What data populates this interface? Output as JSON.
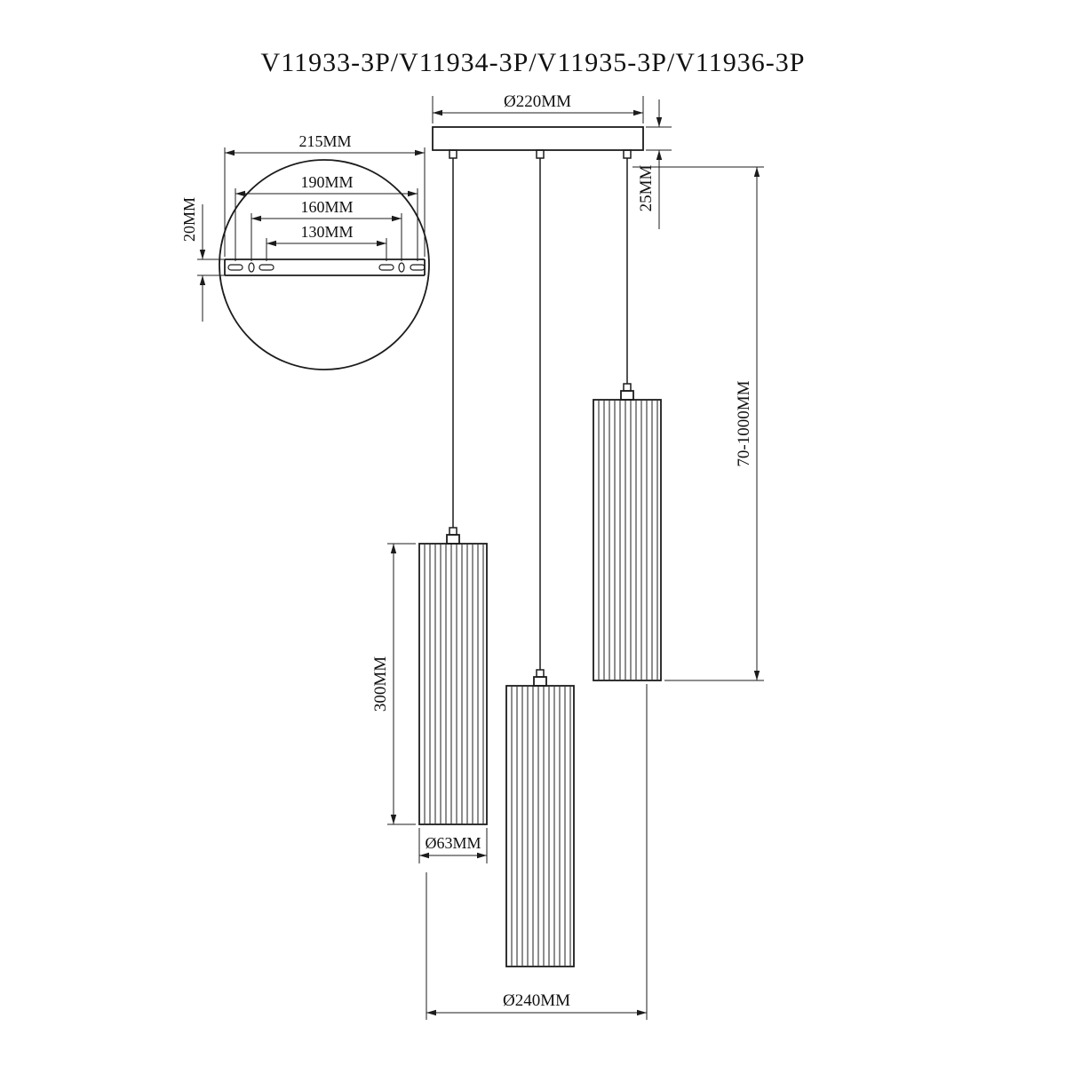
{
  "title": "V11933-3P/V11934-3P/V11935-3P/V11936-3P",
  "detail_view": {
    "plate_width": "215MM",
    "hole_spacing_outer": "190MM",
    "hole_spacing_middle": "160MM",
    "hole_spacing_inner": "130MM",
    "plate_thickness": "20MM"
  },
  "main_view": {
    "canopy_diameter": "Ø220MM",
    "canopy_thickness": "25MM",
    "suspension_range": "70-1000MM",
    "shade_length": "300MM",
    "shade_diameter": "Ø63MM",
    "overall_spread": "Ø240MM"
  },
  "colors": {
    "line": "#1c1c1c",
    "background": "#ffffff"
  }
}
